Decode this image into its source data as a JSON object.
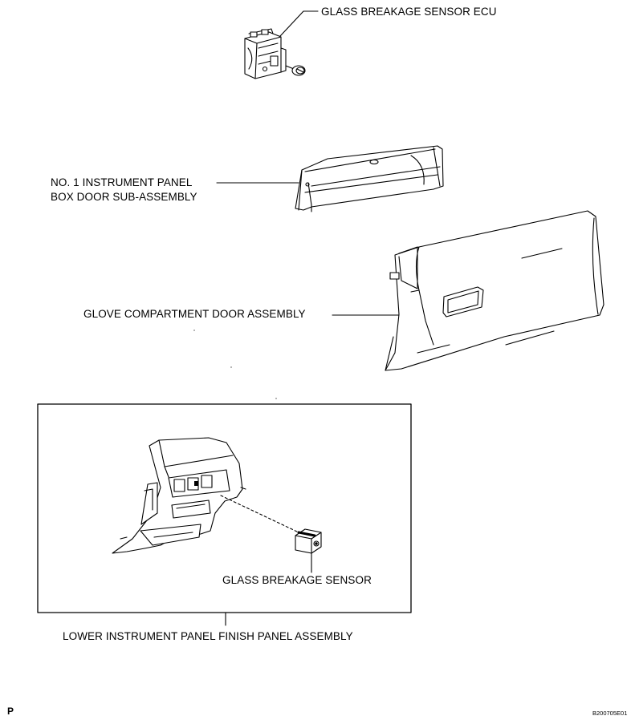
{
  "labels": {
    "ecu": "GLASS BREAKAGE SENSOR ECU",
    "box_door_line1": "NO. 1 INSTRUMENT PANEL",
    "box_door_line2": "BOX DOOR SUB-ASSEMBLY",
    "glove": "GLOVE COMPARTMENT DOOR ASSEMBLY",
    "sensor": "GLASS BREAKAGE SENSOR",
    "lower_panel": "LOWER INSTRUMENT PANEL FINISH PANEL ASSEMBLY"
  },
  "corner_letter": "P",
  "figure_code": "B200705E01"
}
